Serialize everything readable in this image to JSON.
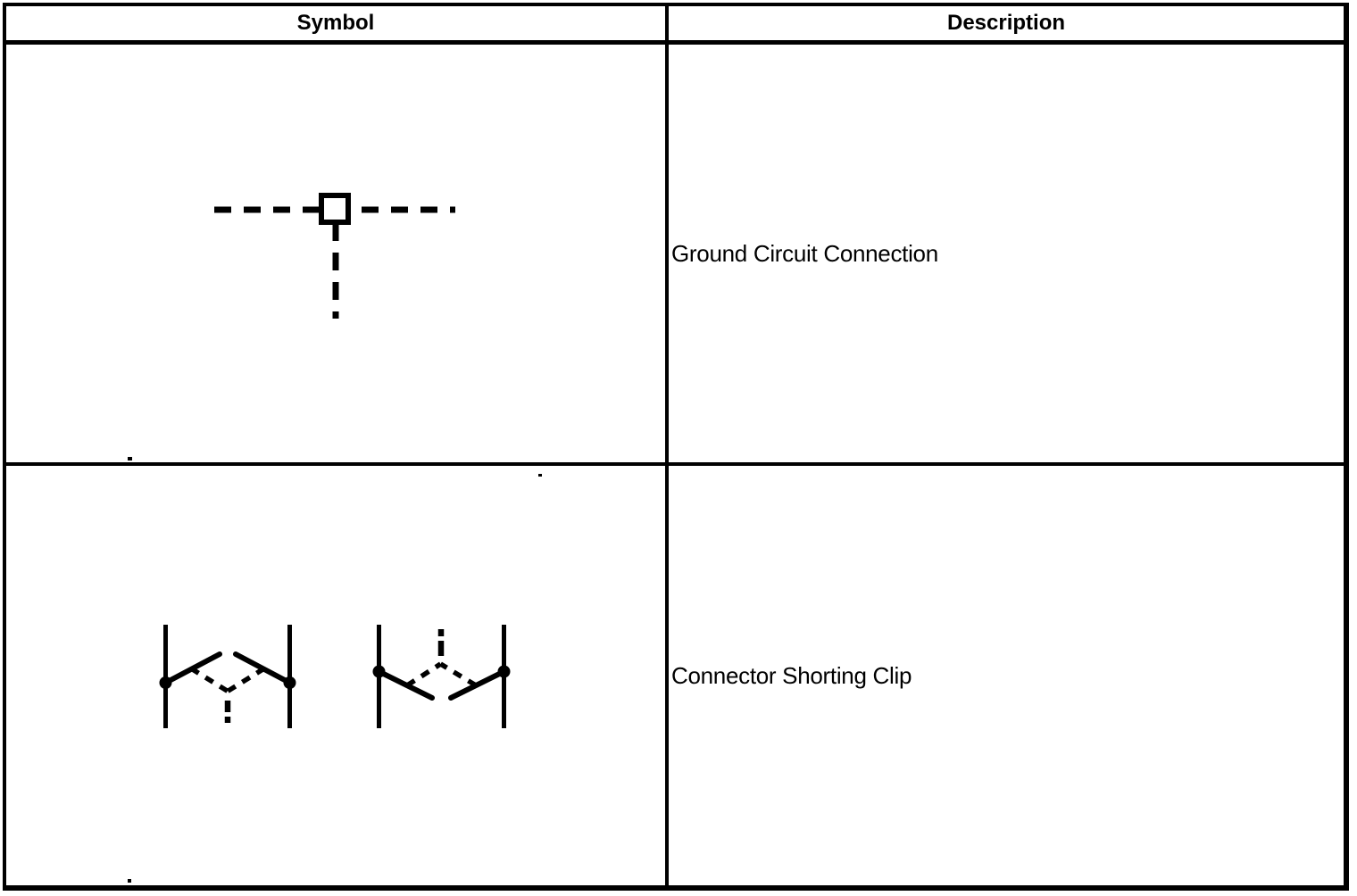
{
  "colors": {
    "ink": "#000000",
    "paper": "#ffffff"
  },
  "table": {
    "columns": [
      {
        "label": "Symbol"
      },
      {
        "label": "Description"
      }
    ],
    "rows": [
      {
        "symbol_name": "ground-circuit-connection",
        "description": "Ground Circuit Connection"
      },
      {
        "symbol_name": "connector-shorting-clip",
        "description": "Connector Shorting Clip"
      }
    ]
  }
}
